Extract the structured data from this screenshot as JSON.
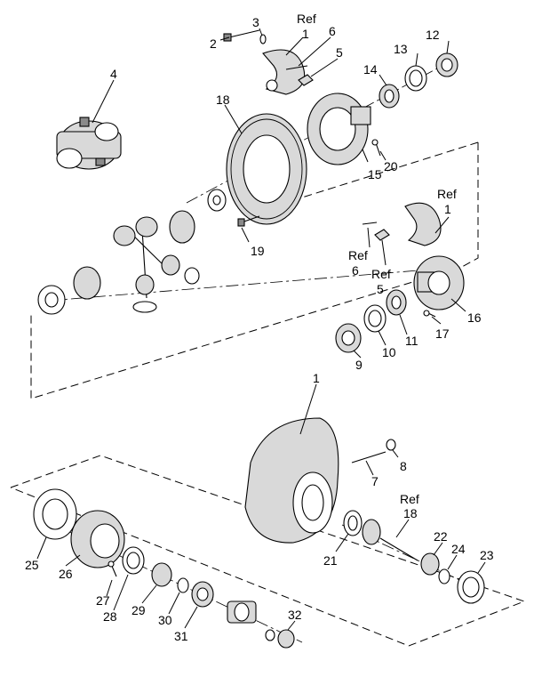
{
  "labels": {
    "1": "1",
    "2": "2",
    "3": "3",
    "4": "4",
    "5": "5",
    "6": "6",
    "7": "7",
    "8": "8",
    "9": "9",
    "10": "10",
    "11": "11",
    "12": "12",
    "13": "13",
    "14": "14",
    "15": "15",
    "16": "16",
    "17": "17",
    "18": "18",
    "19": "19",
    "20": "20",
    "21": "21",
    "22": "22",
    "23": "23",
    "24": "24",
    "25": "25",
    "26": "26",
    "27": "27",
    "28": "28",
    "29": "29",
    "30": "30",
    "31": "31",
    "32": "32",
    "ref": "Ref"
  }
}
